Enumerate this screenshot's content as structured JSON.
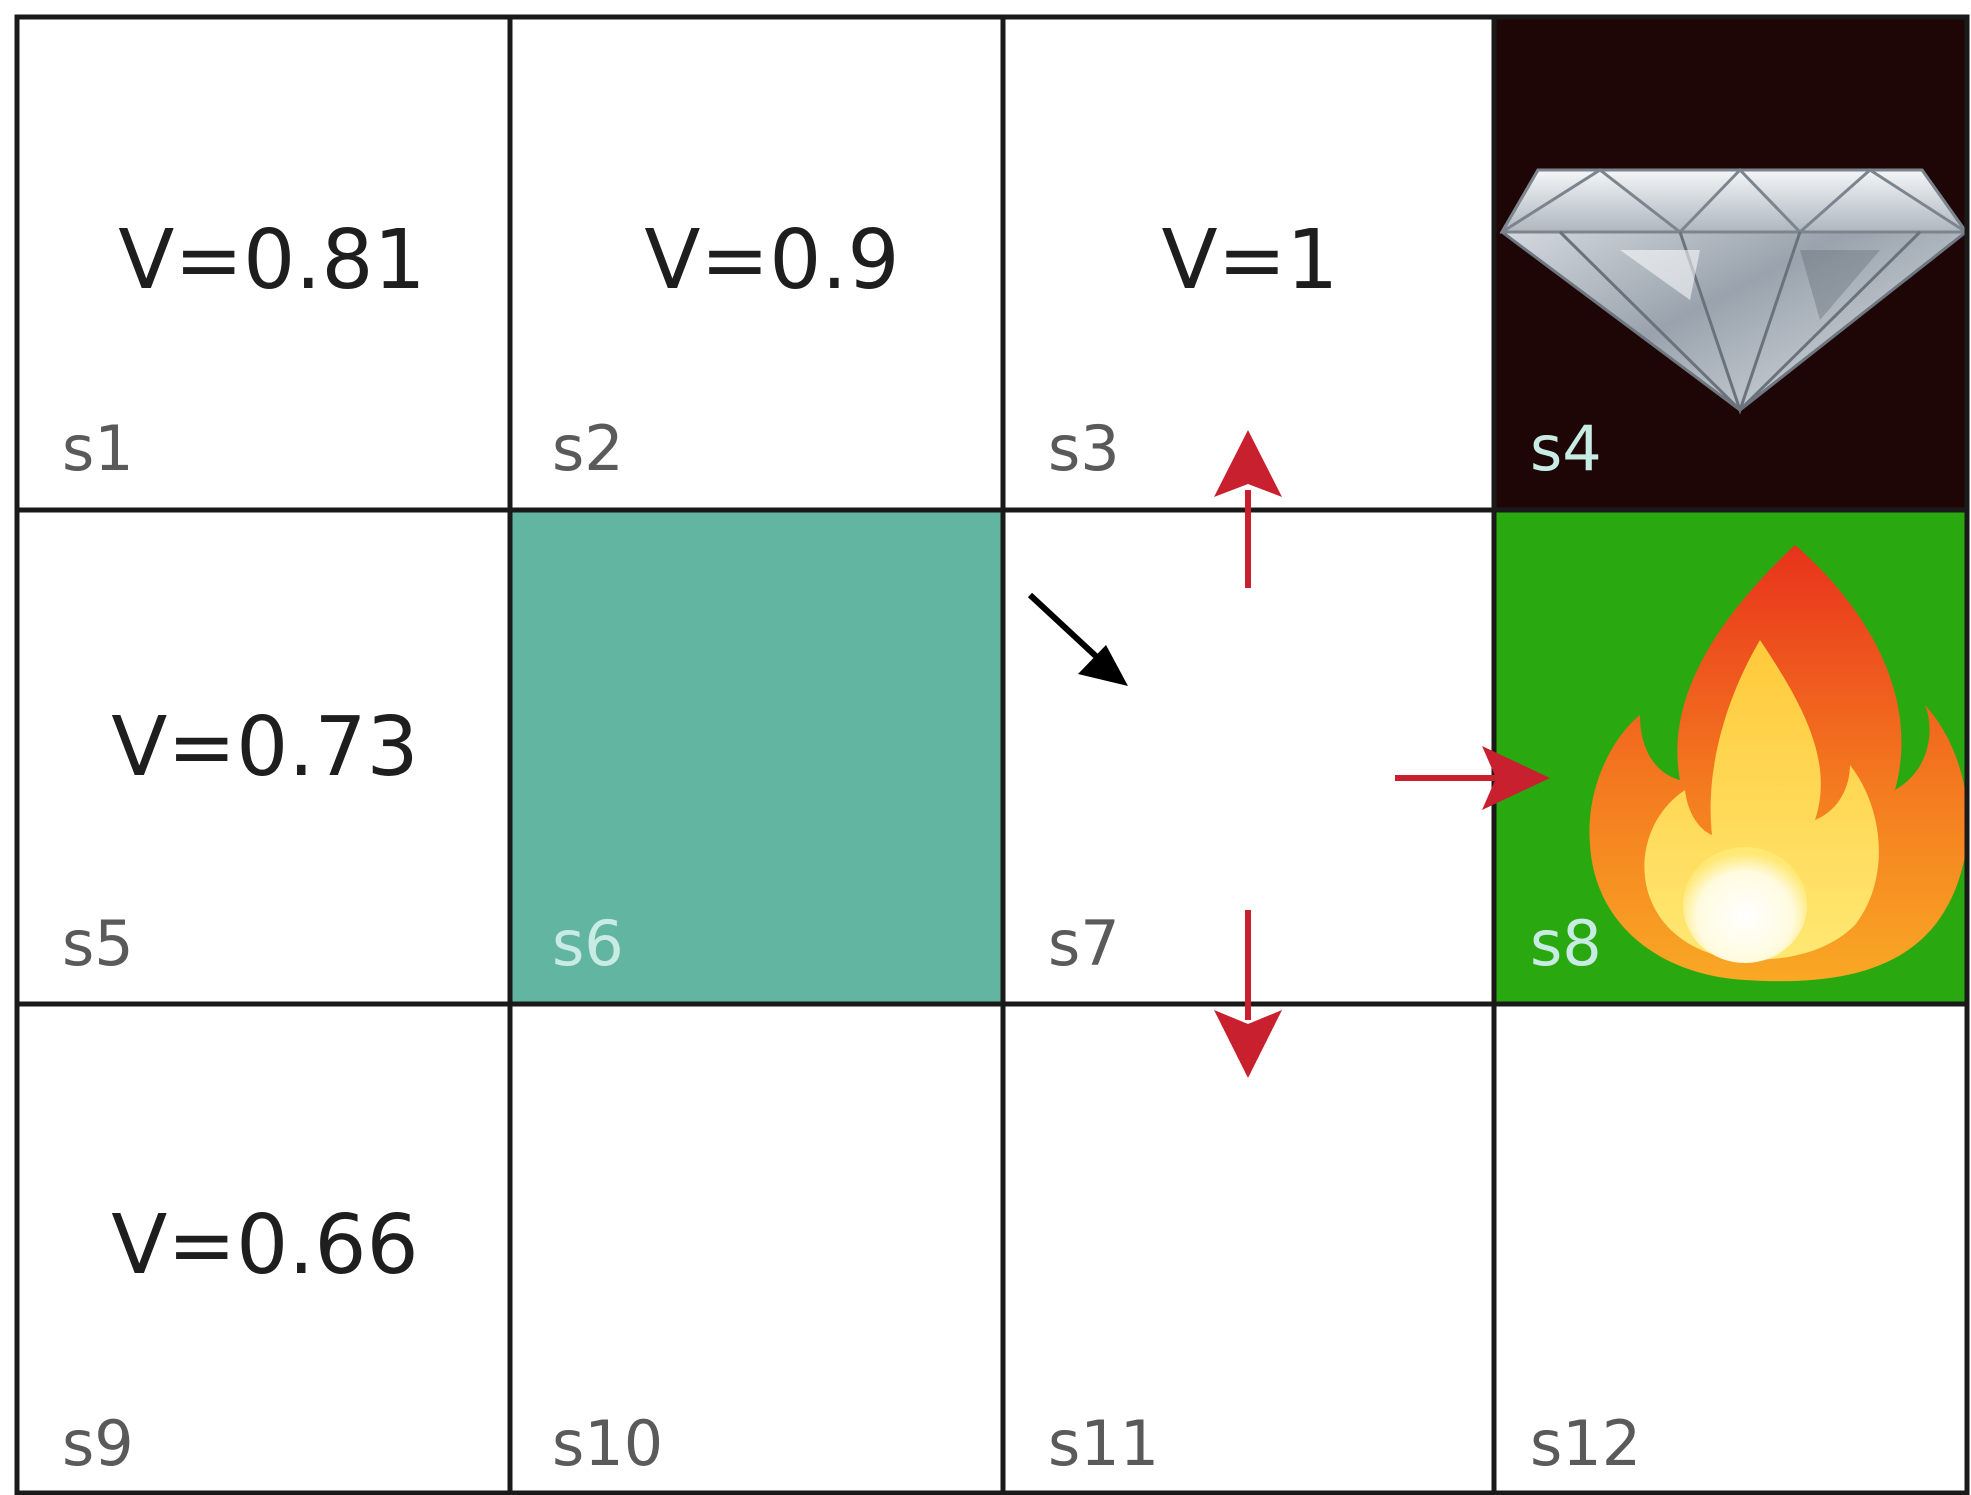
{
  "grid": {
    "rows": 3,
    "cols": 4,
    "cells": [
      {
        "state": "s1",
        "value_label": "V=0.81",
        "fill": "#ffffff"
      },
      {
        "state": "s2",
        "value_label": "V=0.9",
        "fill": "#ffffff"
      },
      {
        "state": "s3",
        "value_label": "V=1",
        "fill": "#ffffff"
      },
      {
        "state": "s4",
        "value_label": "",
        "fill": "#1e0506",
        "icon": "diamond-icon"
      },
      {
        "state": "s5",
        "value_label": "V=0.73",
        "fill": "#ffffff"
      },
      {
        "state": "s6",
        "value_label": "",
        "fill": "#62b5a1"
      },
      {
        "state": "s7",
        "value_label": "",
        "fill": "#ffffff"
      },
      {
        "state": "s8",
        "value_label": "",
        "fill": "#2aa80f",
        "icon": "fire-icon"
      },
      {
        "state": "s9",
        "value_label": "V=0.66",
        "fill": "#ffffff"
      },
      {
        "state": "s10",
        "value_label": "",
        "fill": "#ffffff"
      },
      {
        "state": "s11",
        "value_label": "",
        "fill": "#ffffff"
      },
      {
        "state": "s12",
        "value_label": "",
        "fill": "#ffffff"
      }
    ]
  },
  "arrows": [
    {
      "name": "agent-arrow",
      "from_state": "s7",
      "direction": "diagonal",
      "color": "#000000"
    },
    {
      "name": "action-arrow-up",
      "from_state": "s7",
      "direction": "up",
      "color": "#c8202e"
    },
    {
      "name": "action-arrow-right",
      "from_state": "s7",
      "direction": "right",
      "color": "#c8202e"
    },
    {
      "name": "action-arrow-down",
      "from_state": "s7",
      "direction": "down",
      "color": "#c8202e"
    }
  ],
  "colors": {
    "grid_line": "#1a1a1a",
    "action_arrow": "#c8202e",
    "agent_arrow": "#000000"
  }
}
